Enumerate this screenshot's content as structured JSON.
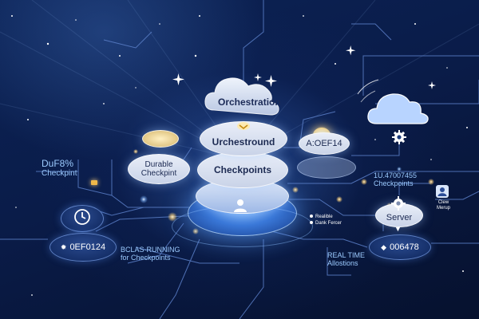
{
  "nodes": {
    "orchestration": "Orchestration",
    "urchestround": "Urchestround",
    "checkpoints": "Checkpoints",
    "durable_line1": "Durable",
    "durable_line2": "Checkpint",
    "aoef14": "A:OEF14",
    "server": "Server",
    "code_left": "0EF0124",
    "code_right": "006478"
  },
  "labels": {
    "duf_line1": "DuF8%",
    "duf_line2": "Checkpint",
    "bclas_line1": "BCLAS-RUNNING",
    "bclas_line2": "for Checkpoints",
    "realtime_line1": "REAL TIME",
    "realtime_line2": "Allostions",
    "u47_line1": "1U.47007455",
    "u47_line2": "Checkpoints",
    "legend_1": "Realible",
    "legend_2": "Dank Fercer",
    "clew_line1": "Clew",
    "clew_line2": "Merup"
  },
  "icons": {
    "clock": "clock-icon",
    "cloud": "cloud-icon",
    "gear": "gear-icon",
    "user": "user-icon",
    "lightbulb": "lightbulb-icon"
  },
  "colors": {
    "background": "#0a1c49",
    "line": "#6f8fd0",
    "glow": "#ffd27a",
    "text": "#8fc2ff"
  }
}
